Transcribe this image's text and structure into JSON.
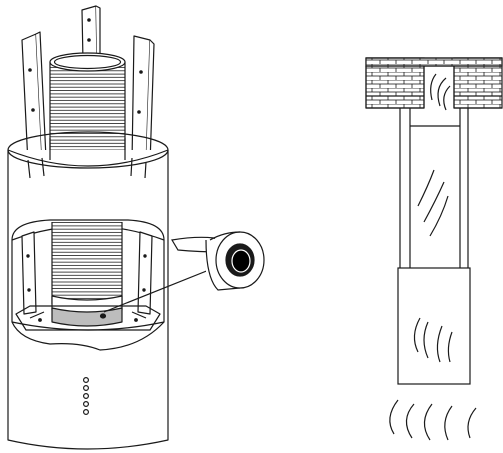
{
  "figure": {
    "left_panel": {
      "subject": "cylindrical-hood-with-flexible-duct",
      "components": [
        "mounting-brackets",
        "flexible-duct",
        "cylinder-housing",
        "cutaway-view",
        "duct-collar",
        "control-buttons"
      ],
      "button_count": 5
    },
    "callout": {
      "subject": "adhesive-tape-roll"
    },
    "right_panel": {
      "subject": "air-vent-through-ceiling",
      "components": [
        "brick-ceiling",
        "vertical-duct",
        "airflow-lines",
        "hood-box"
      ]
    },
    "colors": {
      "stroke": "#1a1a1a",
      "background": "#ffffff",
      "collar_fill": "#bdbdbd",
      "brick_fill": "#ffffff",
      "tape_hole": "#000000"
    }
  }
}
